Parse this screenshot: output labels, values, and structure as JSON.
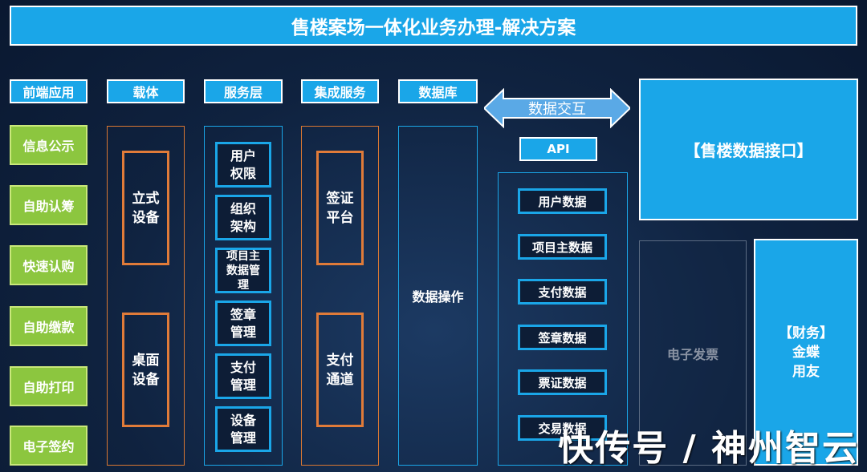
{
  "title": "售楼案场一体化业务办理-解决方案",
  "headers": {
    "frontend": "前端应用",
    "carrier": "载体",
    "service": "服务层",
    "integration": "集成服务",
    "database": "数据库"
  },
  "frontend_items": [
    "信息公示",
    "自助认筹",
    "快速认购",
    "自助缴款",
    "自助打印",
    "电子签约"
  ],
  "carrier_items": [
    "立式\n设备",
    "桌面\n设备"
  ],
  "service_items": [
    "用户\n权限",
    "组织\n架构",
    "项目主\n数据管\n理",
    "签章\n管理",
    "支付\n管理",
    "设备\n管理"
  ],
  "integration_items": [
    "签证\n平台",
    "支付\n通道"
  ],
  "database_label": "数据操作",
  "exchange_label": "数据交互",
  "api_label": "API",
  "api_items": [
    "用户数据",
    "项目主数据",
    "支付数据",
    "签章数据",
    "票证数据",
    "交易数据"
  ],
  "interface_label": "【售楼数据接口】",
  "einvoice_label": "电子发票",
  "finance_label": "【财务】\n金蝶\n用友",
  "watermark": "快传号 / 神州智云"
}
